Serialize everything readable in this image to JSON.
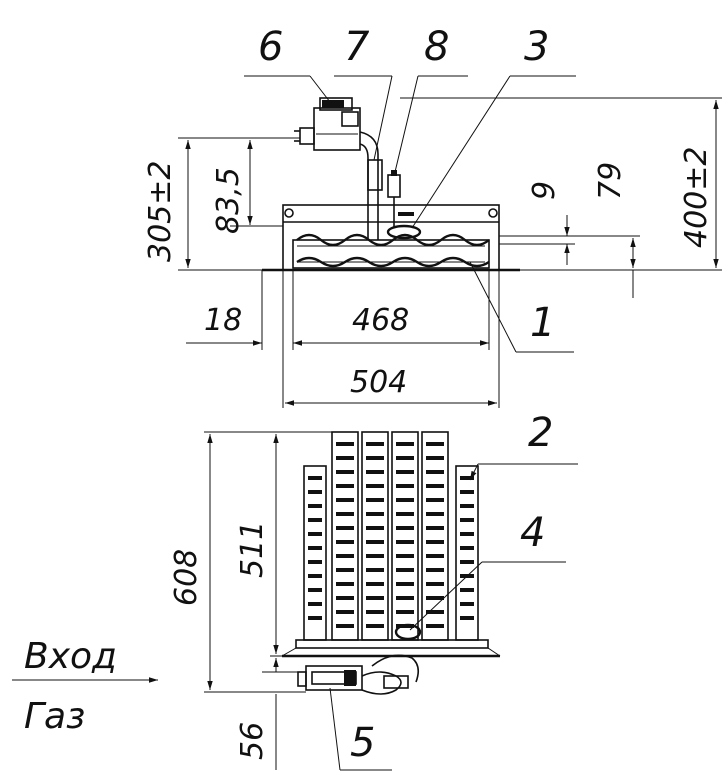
{
  "callouts": {
    "c1": "1",
    "c2": "2",
    "c3": "3",
    "c4": "4",
    "c5": "5",
    "c6": "6",
    "c7": "7",
    "c8": "8"
  },
  "dimensions": {
    "d305": "305±2",
    "d83": "83,5",
    "d9": "9",
    "d79": "79",
    "d400": "400±2",
    "d18": "18",
    "d468": "468",
    "d504": "504",
    "d608": "608",
    "d511": "511",
    "d56": "56"
  },
  "gas_inlet": {
    "top_label": "Вход",
    "bottom_label": "Газ"
  }
}
